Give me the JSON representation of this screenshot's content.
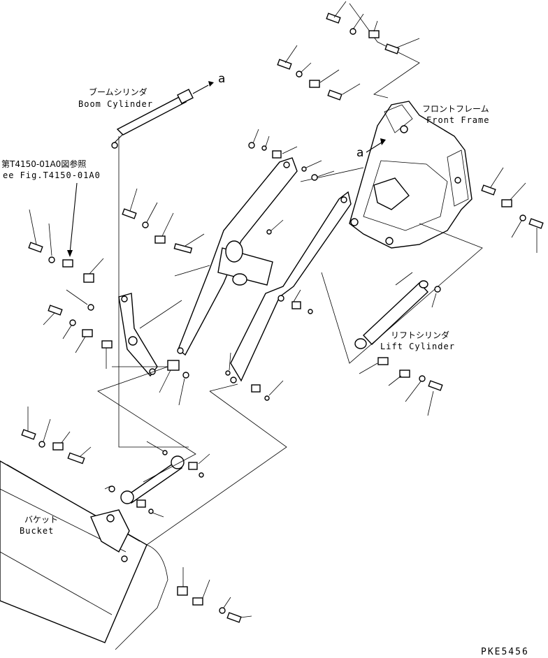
{
  "diagram": {
    "labels": {
      "boom_cylinder_jp": "ブームシリンダ",
      "boom_cylinder_en": "Boom Cylinder",
      "front_frame_jp": "フロントフレーム",
      "front_frame_en": "Front Frame",
      "lift_cylinder_jp": "リフトシリンダ",
      "lift_cylinder_en": "Lift Cylinder",
      "bucket_jp": "バケット",
      "bucket_en": "Bucket",
      "ref_jp": "第T4150-01A0図参照",
      "ref_en": "ee Fig.T4150-01A0",
      "connector_a_1": "a",
      "connector_a_2": "a",
      "drawing_code": "PKE5456"
    }
  }
}
